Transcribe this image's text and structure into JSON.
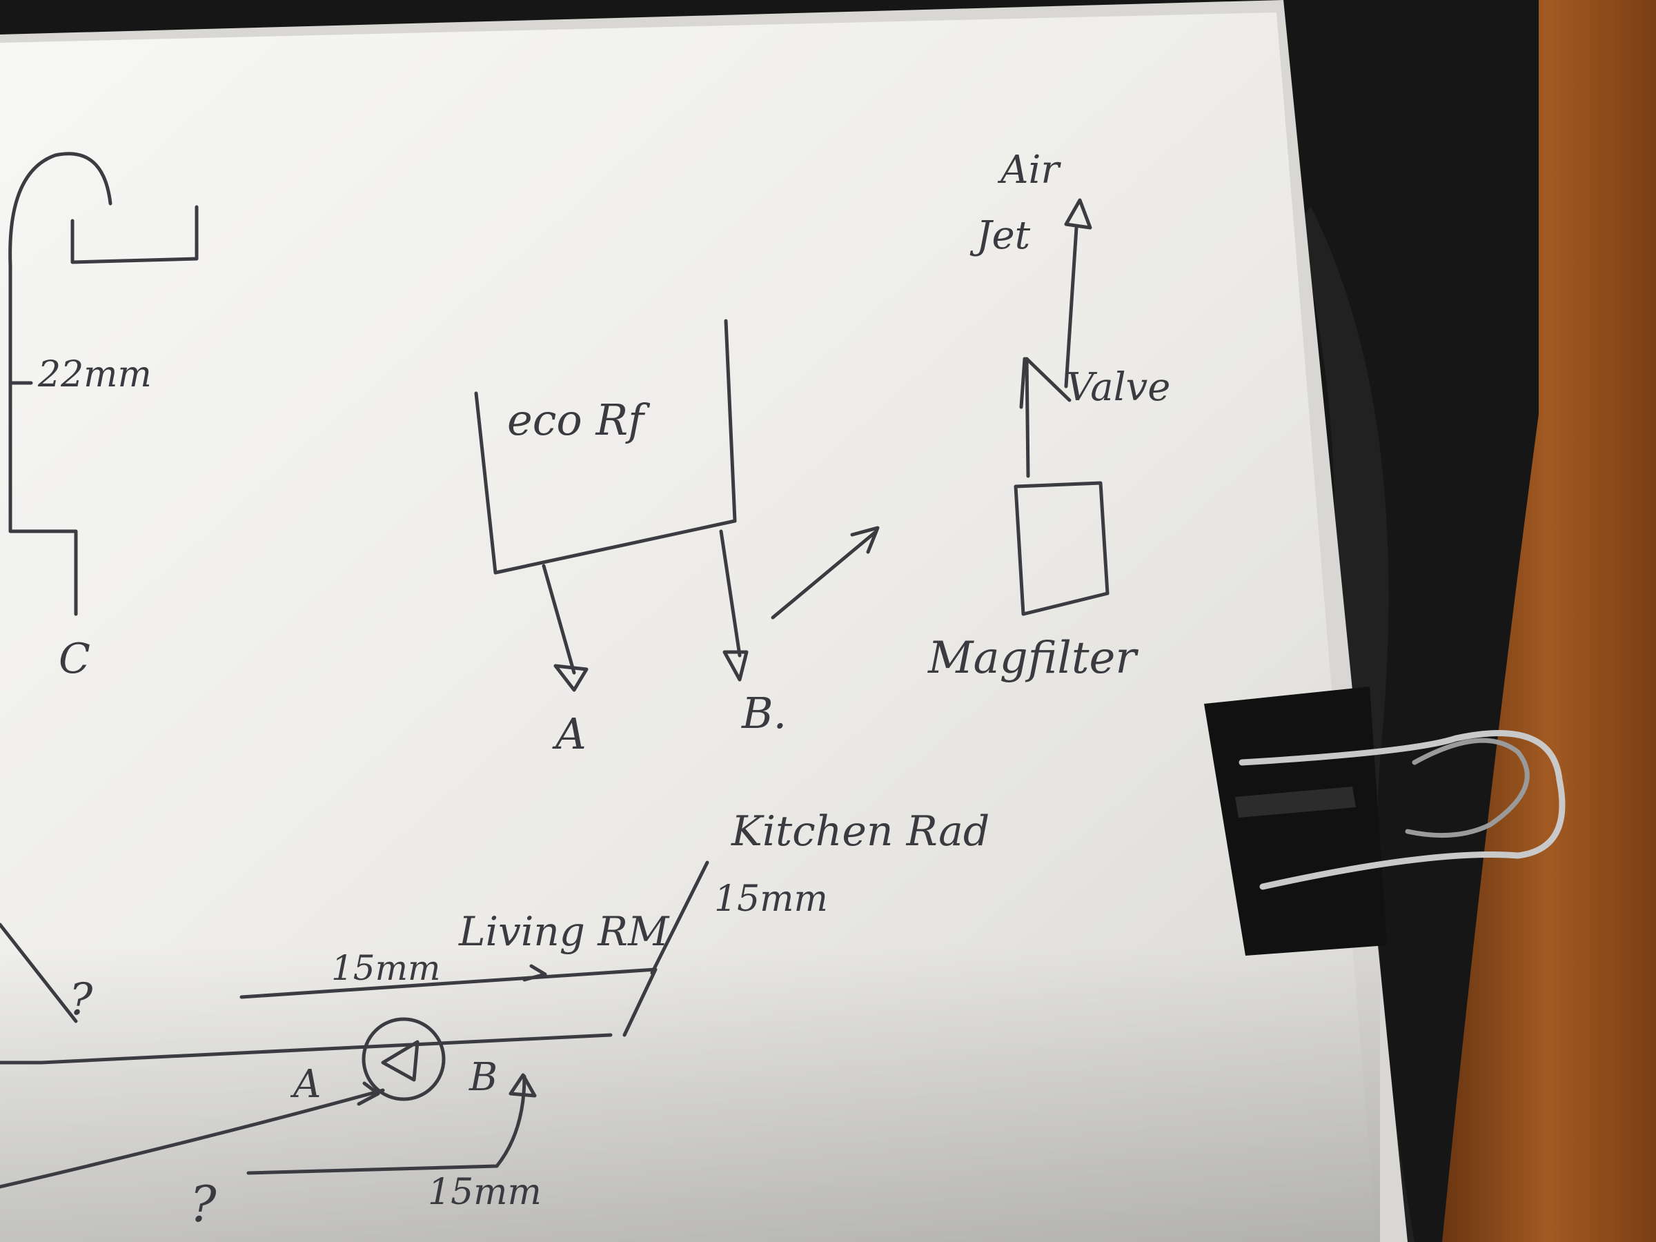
{
  "sketch": {
    "pipe_22": "22mm",
    "label_c": "C",
    "boiler": "eco Rf",
    "out_a": "A",
    "out_b": "B.",
    "vent_top": "Air",
    "vent_bottom": "Jet",
    "valve": "Valve",
    "filter": "Magfilter",
    "kitchen": "Kitchen Rad",
    "kitchen_pipe": "15mm",
    "living": "Living RM",
    "pipe_top": "15mm",
    "pump_a": "A",
    "pump_b": "B",
    "question_left": "?",
    "question_bottom": "?",
    "pipe_bottom": "15mm"
  },
  "colors": {
    "ink": "#3b3b42",
    "paper": "#f2f2f0",
    "desk_wood": "#8a4a1a",
    "leather": "#141414",
    "clip": "#111111"
  }
}
